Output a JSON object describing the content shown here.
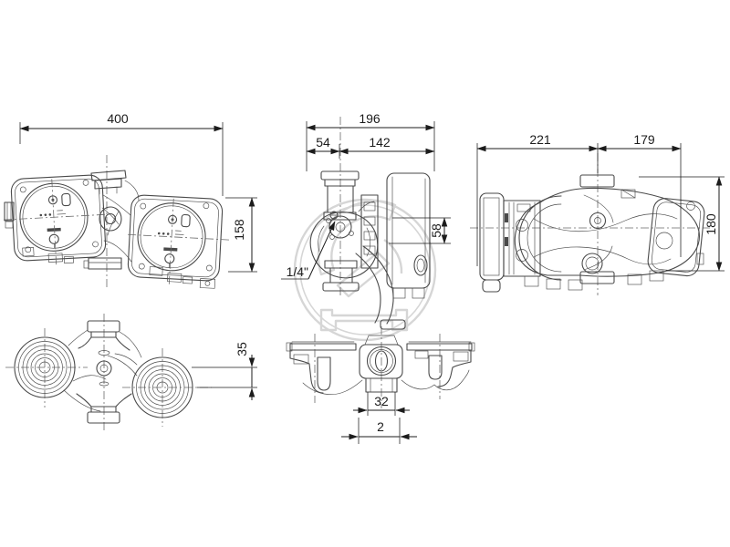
{
  "colors": {
    "background": "#ffffff",
    "line": "#4a4a4a",
    "dim": "#1c1c1c",
    "centerline": "#6a6a6a",
    "watermark": "#d6d6d6"
  },
  "icons": {
    "watermark": "circular-logo-watermark"
  },
  "dimensions": {
    "front_width": "400",
    "front_height": "158",
    "side_total_depth": "196",
    "side_front_depth": "54",
    "side_rear_depth": "142",
    "side_port_offset": "58",
    "vent_plug": "1/4\"",
    "top_left_span": "221",
    "top_right_span": "179",
    "top_width": "180",
    "axis_offset": "35",
    "port_bore": "32",
    "union_thread": "2"
  }
}
